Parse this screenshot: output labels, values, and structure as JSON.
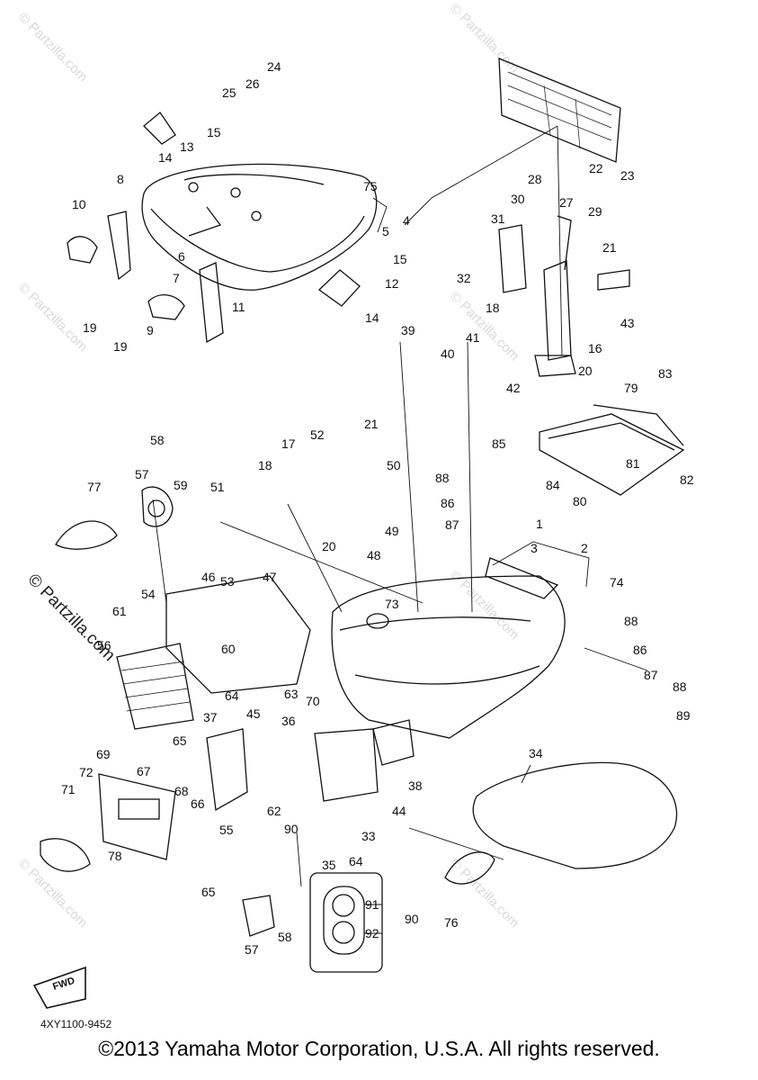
{
  "watermark": "© Partzilla.com",
  "diagram_code": "4XY1100-9452",
  "fwd_label": "FWD",
  "copyright": "©2013 Yamaha Motor Corporation, U.S.A. All rights reserved.",
  "callouts": {
    "c1": "1",
    "c2": "2",
    "c3": "3",
    "c4": "4",
    "c5": "5",
    "c6": "6",
    "c7": "7",
    "c8": "8",
    "c9": "9",
    "c10": "10",
    "c11": "11",
    "c12": "12",
    "c13": "13",
    "c14a": "14",
    "c14b": "14",
    "c15a": "15",
    "c15b": "15",
    "c16": "16",
    "c17": "17",
    "c18a": "18",
    "c18b": "18",
    "c19a": "19",
    "c19b": "19",
    "c20a": "20",
    "c20b": "20",
    "c21a": "21",
    "c21b": "21",
    "c22": "22",
    "c23": "23",
    "c24": "24",
    "c25": "25",
    "c26": "26",
    "c27": "27",
    "c28": "28",
    "c29": "29",
    "c30": "30",
    "c31": "31",
    "c32": "32",
    "c33": "33",
    "c34": "34",
    "c35": "35",
    "c36": "36",
    "c37": "37",
    "c38": "38",
    "c39": "39",
    "c40": "40",
    "c41": "41",
    "c42": "42",
    "c43": "43",
    "c44": "44",
    "c45": "45",
    "c46": "46",
    "c47": "47",
    "c48": "48",
    "c49": "49",
    "c50": "50",
    "c51": "51",
    "c52": "52",
    "c53": "53",
    "c54": "54",
    "c55": "55",
    "c56": "56",
    "c57a": "57",
    "c57b": "57",
    "c58a": "58",
    "c58b": "58",
    "c59": "59",
    "c60": "60",
    "c61": "61",
    "c62": "62",
    "c63": "63",
    "c64a": "64",
    "c64b": "64",
    "c65a": "65",
    "c65b": "65",
    "c66": "66",
    "c67": "67",
    "c68": "68",
    "c69": "69",
    "c70": "70",
    "c71": "71",
    "c72": "72",
    "c73": "73",
    "c74": "74",
    "c75": "75",
    "c76": "76",
    "c77": "77",
    "c78": "78",
    "c79": "79",
    "c80": "80",
    "c81": "81",
    "c82": "82",
    "c83": "83",
    "c84": "84",
    "c85": "85",
    "c86a": "86",
    "c86b": "86",
    "c87a": "87",
    "c87b": "87",
    "c88a": "88",
    "c88b": "88",
    "c88c": "88",
    "c89": "89",
    "c90a": "90",
    "c90b": "90",
    "c91": "91",
    "c92": "92"
  }
}
